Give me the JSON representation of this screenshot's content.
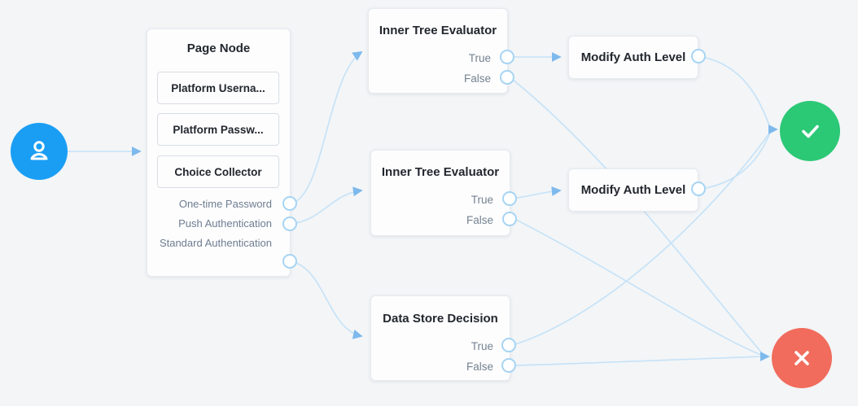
{
  "app": {
    "name": "authentication-tree-canvas"
  },
  "colors": {
    "canvas_bg": "#f3f5f7",
    "node_bg": "#fdfdfe",
    "node_border": "#e7eaee",
    "edge": "#c5e2f7",
    "arrow": "#7db9ec",
    "port_border": "#a6d4f4",
    "start_blue": "#1a9ef4",
    "success_green": "#2bc876",
    "failure_red": "#f16c5c",
    "title_text": "#23272e",
    "outcome_text": "#74828f"
  },
  "nodes": {
    "start": {
      "icon": "user-icon"
    },
    "page_node": {
      "title": "Page Node",
      "children": [
        "Platform Userna...",
        "Platform Passw...",
        "Choice Collector"
      ],
      "outcomes": [
        "One-time Password",
        "Push Authentication",
        "Standard Authentication"
      ]
    },
    "inner_tree_evaluator_top": {
      "title": "Inner Tree Evaluator",
      "outcomes": [
        "True",
        "False"
      ]
    },
    "inner_tree_evaluator_mid": {
      "title": "Inner Tree Evaluator",
      "outcomes": [
        "True",
        "False"
      ]
    },
    "data_store_decision": {
      "title": "Data Store Decision",
      "outcomes": [
        "True",
        "False"
      ]
    },
    "modify_auth_level_top": {
      "title": "Modify Auth Level"
    },
    "modify_auth_level_mid": {
      "title": "Modify Auth Level"
    },
    "success": {
      "icon": "check-icon"
    },
    "failure": {
      "icon": "x-icon"
    }
  },
  "edges": [
    {
      "from": "start",
      "to": "page_node"
    },
    {
      "from": "page_node.One-time Password",
      "to": "inner_tree_evaluator_top"
    },
    {
      "from": "page_node.Push Authentication",
      "to": "inner_tree_evaluator_mid"
    },
    {
      "from": "page_node.Standard Authentication",
      "to": "data_store_decision"
    },
    {
      "from": "inner_tree_evaluator_top.True",
      "to": "modify_auth_level_top"
    },
    {
      "from": "inner_tree_evaluator_top.False",
      "to": "failure"
    },
    {
      "from": "inner_tree_evaluator_mid.True",
      "to": "modify_auth_level_mid"
    },
    {
      "from": "inner_tree_evaluator_mid.False",
      "to": "failure"
    },
    {
      "from": "data_store_decision.True",
      "to": "success"
    },
    {
      "from": "data_store_decision.False",
      "to": "failure"
    },
    {
      "from": "modify_auth_level_top",
      "to": "success"
    },
    {
      "from": "modify_auth_level_mid",
      "to": "success"
    }
  ]
}
